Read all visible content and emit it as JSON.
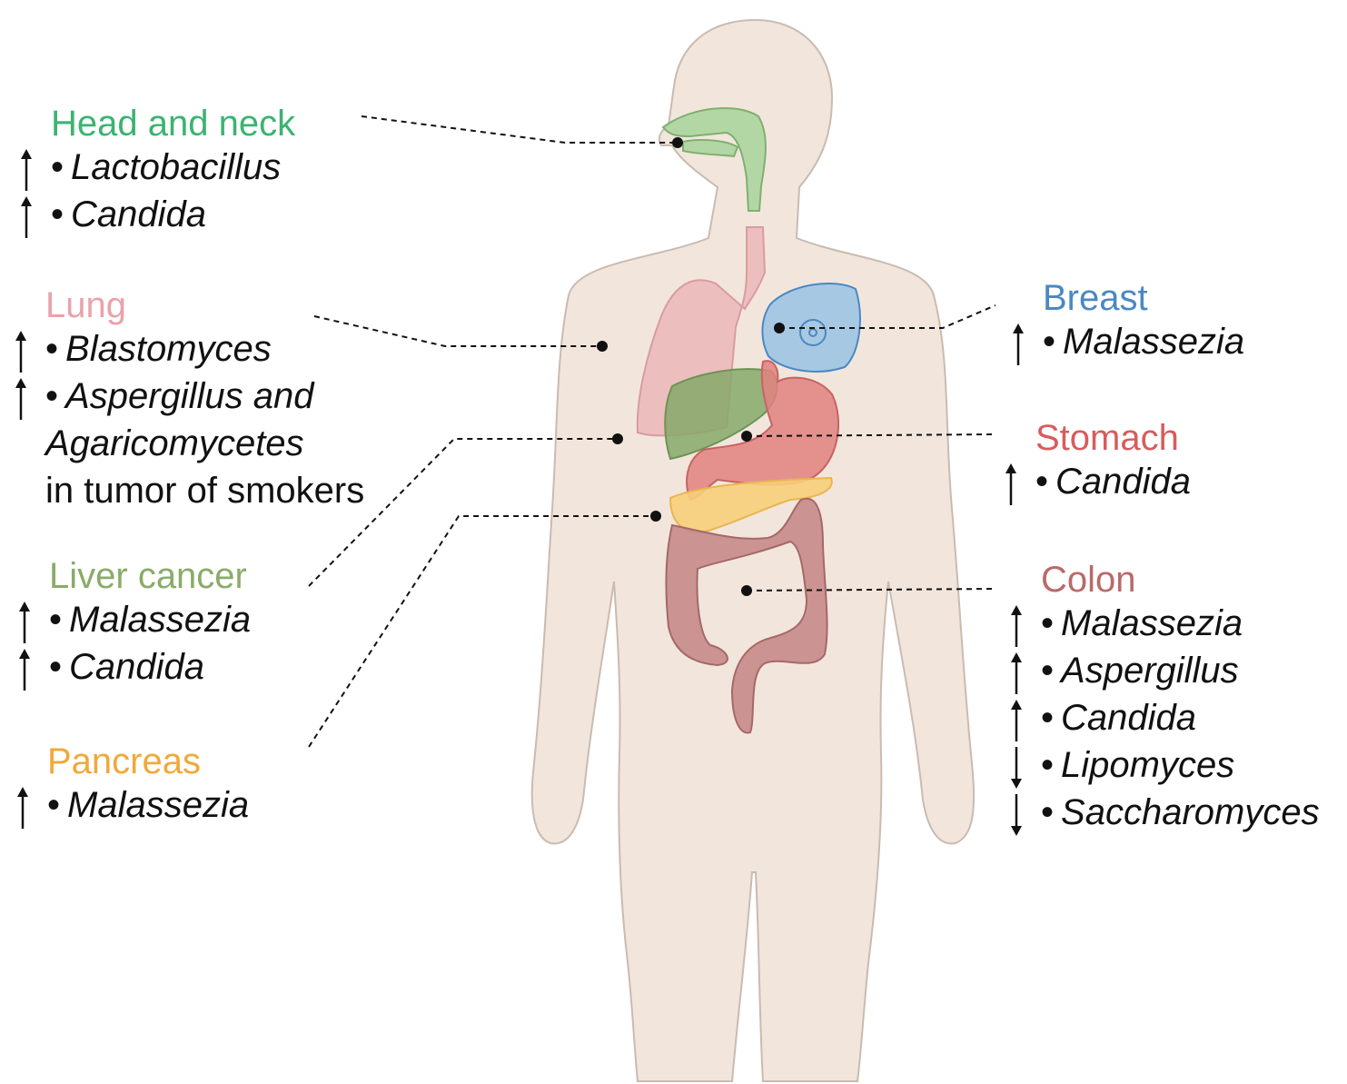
{
  "colors": {
    "head_neck": "#3cb371",
    "lung": "#e8a3ab",
    "liver": "#8aab6a",
    "pancreas": "#f0a93b",
    "breast": "#4a88c2",
    "stomach": "#d85c5c",
    "colon": "#b96a6a",
    "body": "#f2e6dc"
  },
  "groups": {
    "head_neck": {
      "title": "Head and neck",
      "items": [
        {
          "dir": "up",
          "name": "Lactobacillus"
        },
        {
          "dir": "up",
          "name": "Candida"
        }
      ]
    },
    "lung": {
      "title": "Lung",
      "items": [
        {
          "dir": "up",
          "name": "Blastomyces"
        },
        {
          "dir": "up",
          "name": "Aspergillus and"
        }
      ],
      "continuation": [
        "Agaricomycetes",
        "in  tumor of smokers"
      ]
    },
    "liver": {
      "title": "Liver cancer",
      "items": [
        {
          "dir": "up",
          "name": "Malassezia"
        },
        {
          "dir": "up",
          "name": "Candida"
        }
      ]
    },
    "pancreas": {
      "title": "Pancreas",
      "items": [
        {
          "dir": "up",
          "name": "Malassezia"
        }
      ]
    },
    "breast": {
      "title": "Breast",
      "items": [
        {
          "dir": "up",
          "name": "Malassezia"
        }
      ]
    },
    "stomach": {
      "title": "Stomach",
      "items": [
        {
          "dir": "up",
          "name": "Candida"
        }
      ]
    },
    "colon": {
      "title": "Colon",
      "items": [
        {
          "dir": "up",
          "name": "Malassezia"
        },
        {
          "dir": "up",
          "name": "Aspergillus"
        },
        {
          "dir": "up",
          "name": "Candida"
        },
        {
          "dir": "down",
          "name": "Lipomyces"
        },
        {
          "dir": "down",
          "name": "Saccharomyces"
        }
      ]
    }
  }
}
